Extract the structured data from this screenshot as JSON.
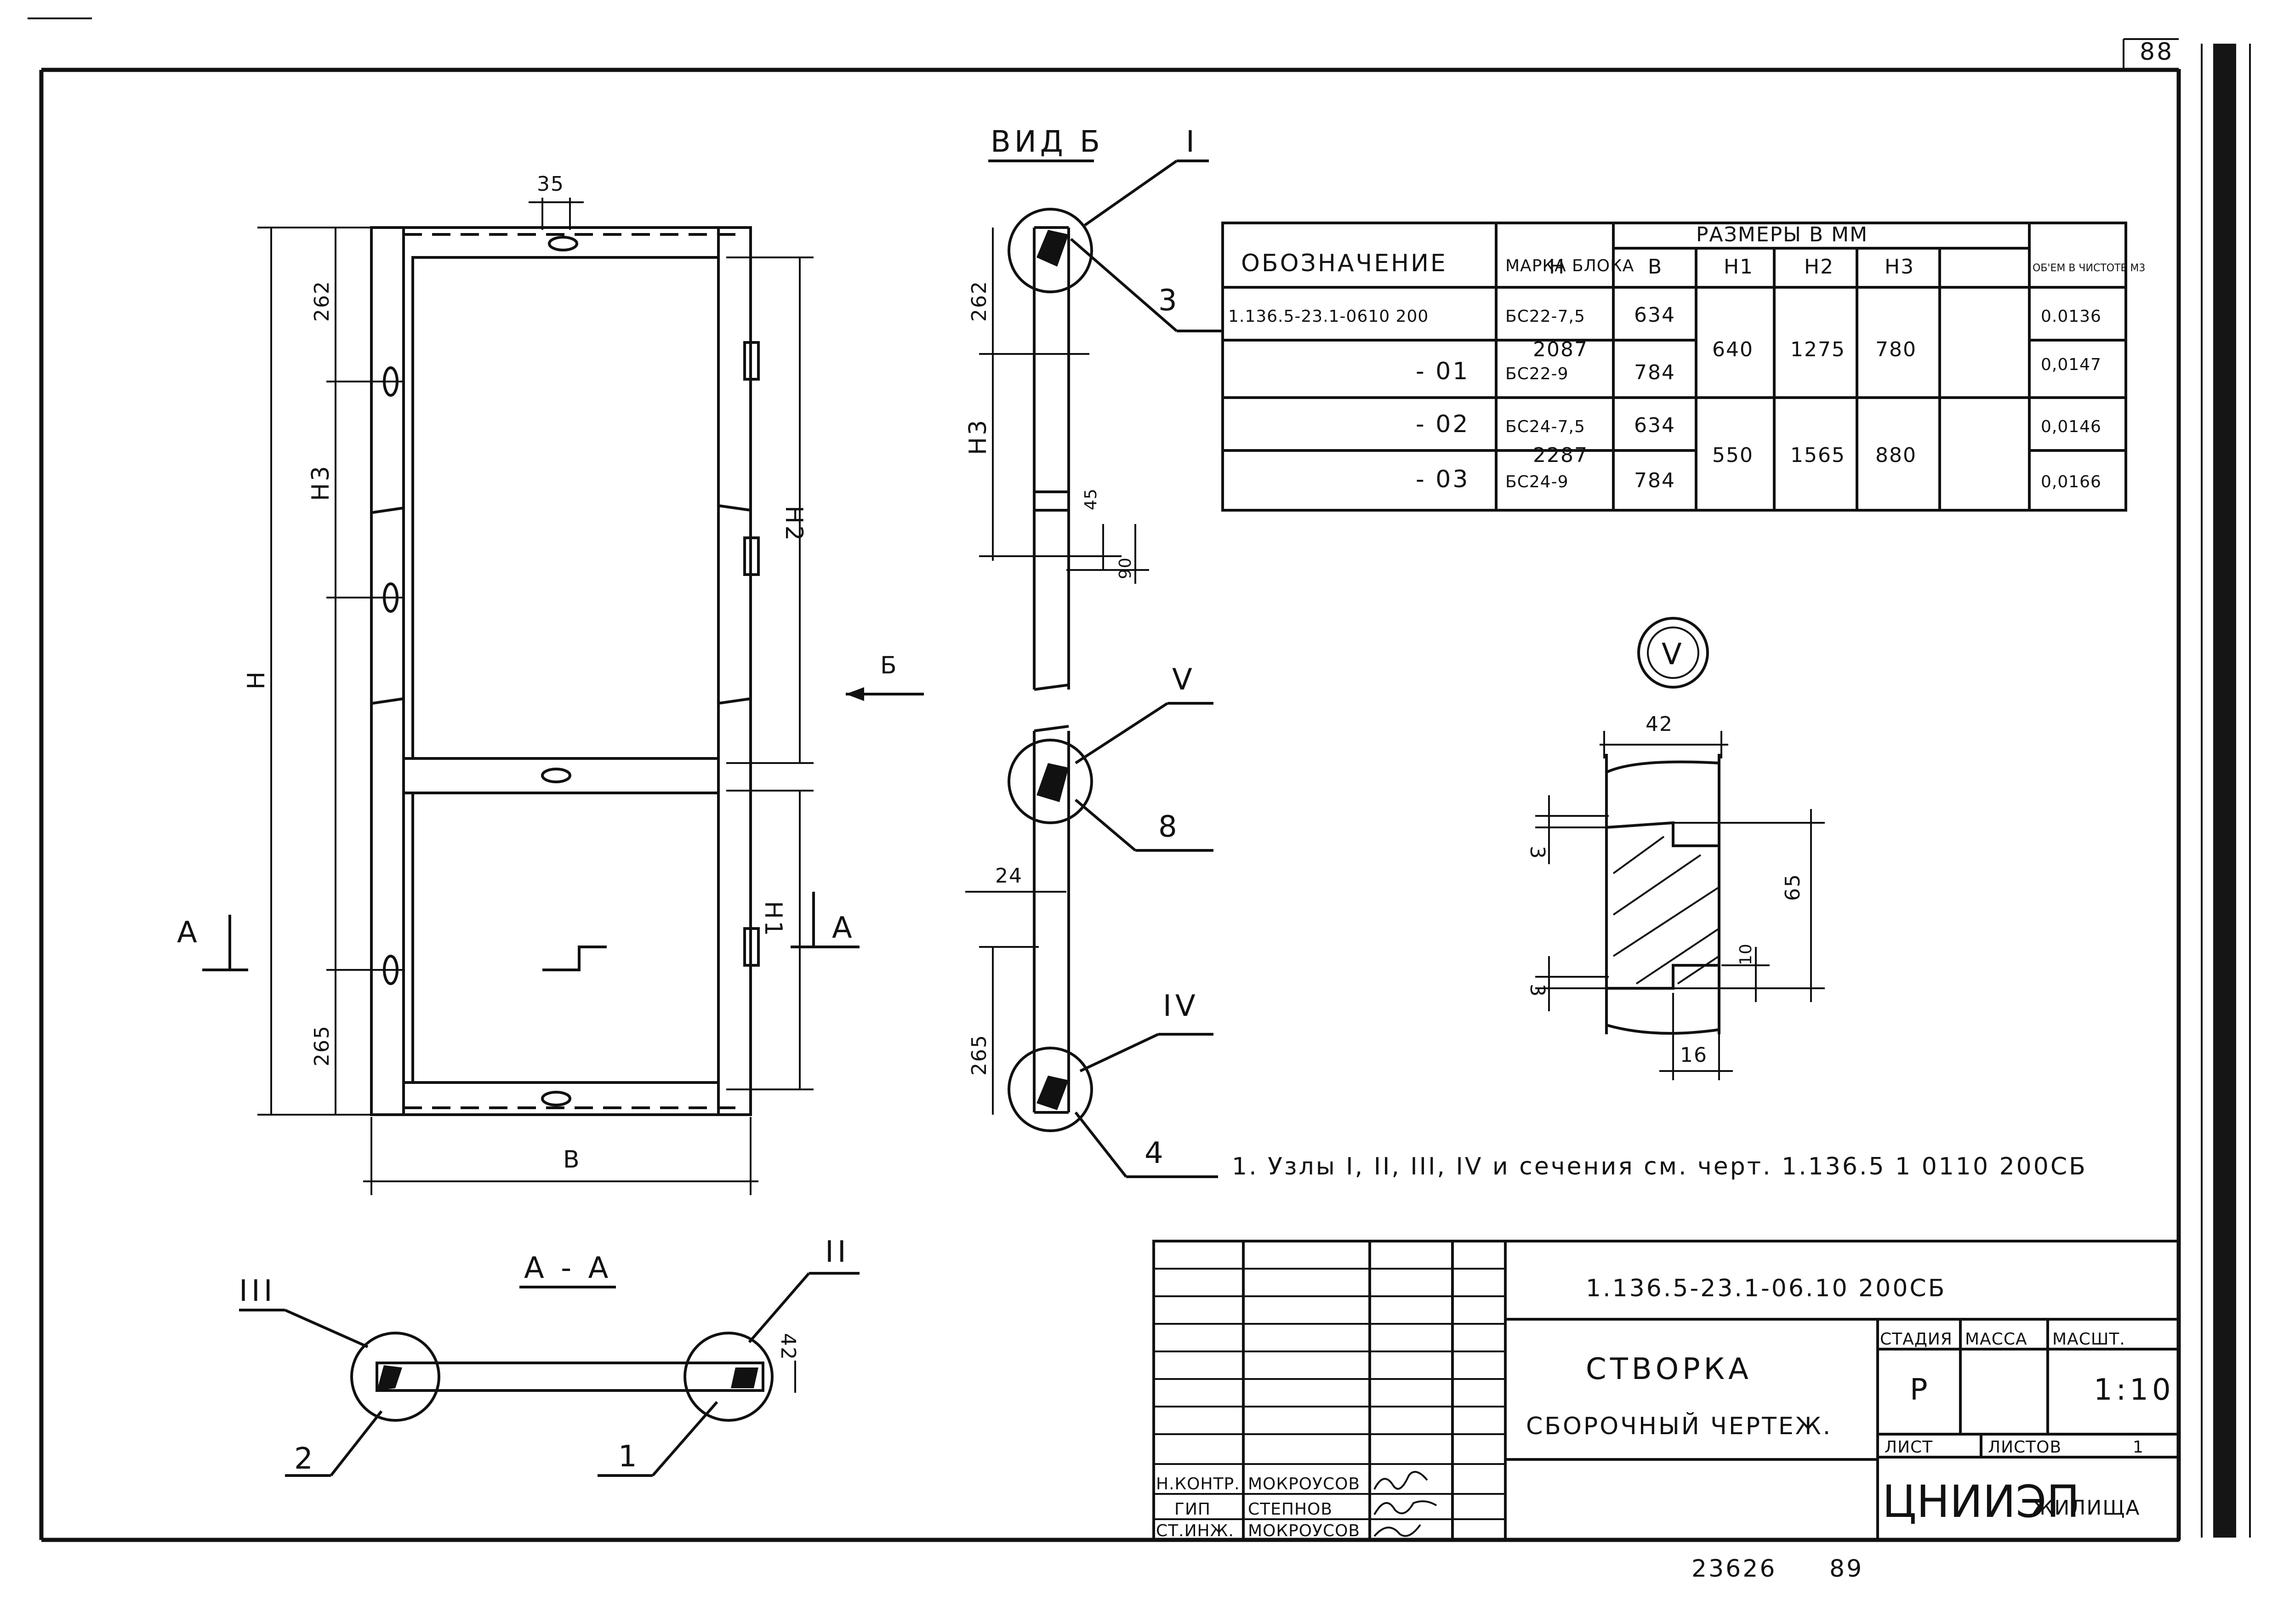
{
  "sheet": {
    "page_number": "88",
    "footer_number": "23626",
    "footer_page": "89"
  },
  "front_view": {
    "dim_35": "35",
    "dim_262": "262",
    "dim_H3": "H3",
    "dim_H": "H",
    "dim_H2": "H2",
    "dim_H1": "H1",
    "dim_265": "265",
    "dim_B": "B",
    "section_mark": "A"
  },
  "view_b": {
    "title": "ВИД Б",
    "node_I": "I",
    "node_V": "V",
    "node_IV": "IV",
    "pos_3": "3",
    "pos_8": "8",
    "pos_4": "4",
    "dim_262": "262",
    "dim_H3": "H3",
    "dim_45": "45",
    "dim_90": "90",
    "dim_24": "24",
    "dim_265": "265",
    "arrow_label": "Б"
  },
  "section_aa": {
    "title": "А - А",
    "node_III": "III",
    "node_II": "II",
    "pos_2": "2",
    "pos_1": "1",
    "dim_42": "42"
  },
  "detail_v": {
    "label": "V",
    "dim_42": "42",
    "dim_3a": "3",
    "dim_65": "65",
    "dim_3b": "3",
    "dim_10": "10",
    "dim_16": "16"
  },
  "spec_table": {
    "headers": {
      "designation": "ОБОЗНАЧЕНИЕ",
      "block_mark": "МАРКА БЛОКА",
      "sizes": "РАЗМЕРЫ В ММ",
      "H": "Н",
      "B": "В",
      "H1": "H1",
      "H2": "H2",
      "H3": "H3",
      "volume": "ОБ'ЕМ В ЧИСТОТЕ М3"
    },
    "rows": [
      {
        "designation": "1.136.5-23.1-0610 200",
        "mark": "БС22-7,5",
        "B": "634",
        "volume": "0.0136"
      },
      {
        "designation": "- 01",
        "mark": "БС22-9",
        "B": "784",
        "volume": "0,0147"
      },
      {
        "designation": "- 02",
        "mark": "БС24-7,5",
        "B": "634",
        "volume": "0,0146"
      },
      {
        "designation": "- 03",
        "mark": "БС24-9",
        "B": "784",
        "volume": "0,0166"
      }
    ],
    "group1": {
      "H": "2087",
      "H1": "640",
      "H2": "1275",
      "H3": "780"
    },
    "group2": {
      "H": "2287",
      "H1": "550",
      "H2": "1565",
      "H3": "880"
    }
  },
  "note": "1. Узлы I, II, III, IV и сечения см. черт. 1.136.5 1 0110 200СБ",
  "title_block": {
    "doc_code": "1.136.5-23.1-06.10 200СБ",
    "title_line1": "СТВОРКА",
    "title_line2": "СБОРОЧНЫЙ ЧЕРТЕЖ.",
    "stage_header": "СТАДИЯ",
    "mass_header": "МАССА",
    "scale_header": "МАСШТ.",
    "stage": "Р",
    "mass": "",
    "scale": "1:10",
    "sheet_header": "ЛИСТ",
    "sheets_header": "ЛИСТОВ",
    "sheets": "1",
    "org_main": "ЦНИИЭП",
    "org_sub": "ЖИЛИЩА",
    "signers": [
      {
        "role": "Н.КОНТР.",
        "name": "МОКРОУСОВ"
      },
      {
        "role": "ГИП",
        "name": "СТЕПНОВ"
      },
      {
        "role": "СТ.ИНЖ.",
        "name": "МОКРОУСОВ"
      }
    ]
  }
}
